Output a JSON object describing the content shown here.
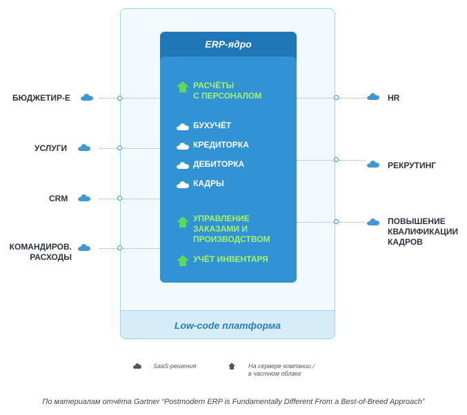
{
  "core": {
    "title": "ERP-ядро",
    "items": [
      {
        "label": "РАСЧЁТЫ\nС ПЕРСОНАЛОМ",
        "kind": "on-premise",
        "icon": "house-icon",
        "color": "#a6f36a"
      },
      {
        "label": "БУХУЧЁТ",
        "kind": "saas",
        "icon": "cloud-icon",
        "color": "#ffffff"
      },
      {
        "label": "КРЕДИТОРКА",
        "kind": "saas",
        "icon": "cloud-icon",
        "color": "#ffffff"
      },
      {
        "label": "ДЕБИТОРКА",
        "kind": "saas",
        "icon": "cloud-icon",
        "color": "#ffffff"
      },
      {
        "label": "КАДРЫ",
        "kind": "saas",
        "icon": "cloud-icon",
        "color": "#ffffff"
      },
      {
        "label": "УПРАВЛЕНИЕ\nЗАКАЗАМИ И\nПРОИЗВОДСТВОМ",
        "kind": "on-premise",
        "icon": "house-icon",
        "color": "#a6f36a"
      },
      {
        "label": "УЧЁТ ИНВЕНТАРЯ",
        "kind": "on-premise",
        "icon": "house-icon",
        "color": "#a6f36a"
      }
    ]
  },
  "platform": {
    "label": "Low-code платформа"
  },
  "left_modules": [
    {
      "label": "БЮДЖЕТИР-Е"
    },
    {
      "label": "УСЛУГИ"
    },
    {
      "label": "CRM"
    },
    {
      "label": "КОМАНДИРОВ.\nРАСХОДЫ"
    }
  ],
  "right_modules": [
    {
      "label": "HR"
    },
    {
      "label": "РЕКРУТИНГ"
    },
    {
      "label": "ПОВЫШЕНИЕ\nКВАЛИФИКАЦИИ\nКАДРОВ"
    }
  ],
  "legend": {
    "saas": "SaaS-решения",
    "on_premise": "На сервере компании /\nв частном облаке"
  },
  "source": "По материалам отчёта Gartner “Postmodern ERP is Fundamentally Different From a Best-of-Breed Approach”",
  "colors": {
    "core_dark": "#1f77b8",
    "core_light": "#3193d3",
    "on_premise_green": "#61d957",
    "cloud_blue": "#3f97d3",
    "platform_border": "#9dd0ea"
  }
}
